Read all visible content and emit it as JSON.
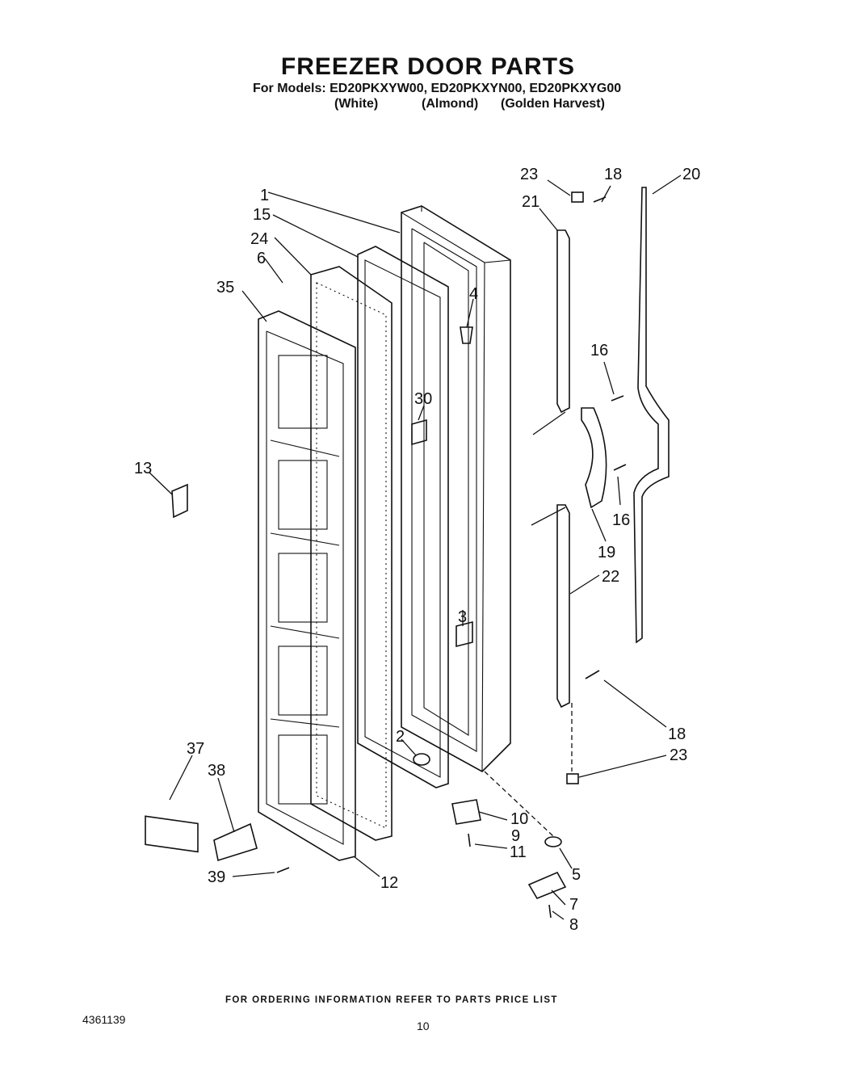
{
  "header": {
    "title": "FREEZER DOOR PARTS",
    "models_line": "For Models: ED20PKXYW00, ED20PKXYN00, ED20PKXYG00",
    "variants": [
      "(White)",
      "(Almond)",
      "(Golden Harvest)"
    ]
  },
  "callouts": [
    "1",
    "15",
    "24",
    "6",
    "35",
    "13",
    "4",
    "30",
    "23",
    "18",
    "20",
    "21",
    "16",
    "16",
    "19",
    "22",
    "3",
    "18",
    "23",
    "2",
    "37",
    "38",
    "10",
    "9",
    "11",
    "5",
    "39",
    "12",
    "7",
    "8"
  ],
  "footer": {
    "ordering_note": "FOR ORDERING INFORMATION REFER TO PARTS PRICE LIST",
    "doc_number": "4361139",
    "page_number": "10"
  }
}
